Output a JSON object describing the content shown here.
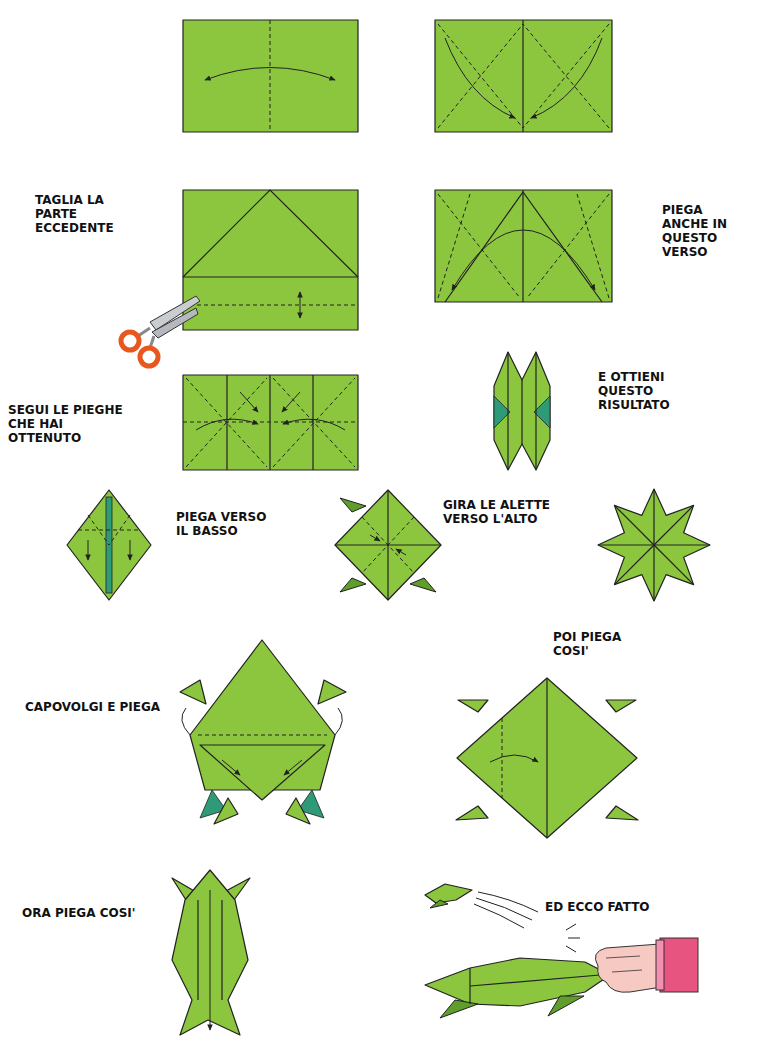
{
  "diagram": {
    "labels": [
      "TAGLIA LA PARTE ECCEDENTE",
      "PIEGA ANCHE IN QUESTO VERSO",
      "E OTTIENI QUESTO RISULTATO",
      "SEGUI LE PIEGHE CHE HAI OTTENUTO",
      "GIRA LE ALETTE VERSO L'ALTO",
      "PIEGA VERSO IL BASSO",
      "POI PIEGA COSI'",
      "CAPOVOLGI E PIEGA",
      "ED ECCO FATTO",
      "ORA PIEGA COSI'"
    ]
  }
}
